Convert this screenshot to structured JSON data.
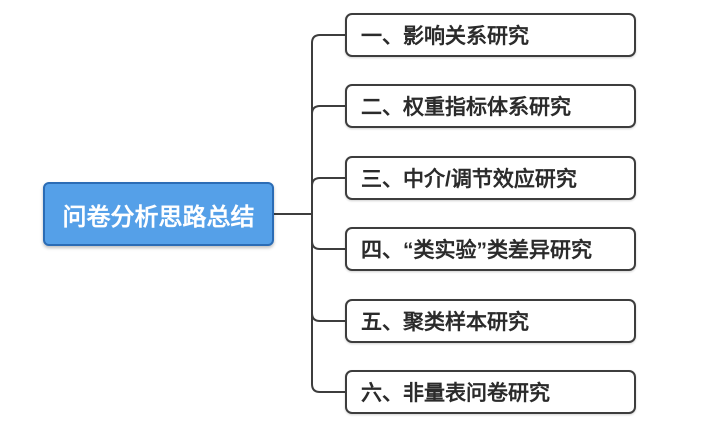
{
  "root": {
    "label": "问卷分析思路总结"
  },
  "branches": [
    {
      "label": "一、影响关系研究"
    },
    {
      "label": "二、权重指标体系研究"
    },
    {
      "label": "三、中介/调节效应研究"
    },
    {
      "label": "四、“类实验”类差异研究"
    },
    {
      "label": "五、聚类样本研究"
    },
    {
      "label": "六、非量表问卷研究"
    }
  ],
  "colors": {
    "background": "#FFFFFF",
    "root_fill": "#55A0E8",
    "root_border": "#2B6CB5",
    "root_text": "#FFFFFF",
    "branch_fill": "#FFFFFF",
    "branch_border": "#3D3D3D",
    "branch_text": "#2B2B2B",
    "connector": "#3D3D3D"
  }
}
